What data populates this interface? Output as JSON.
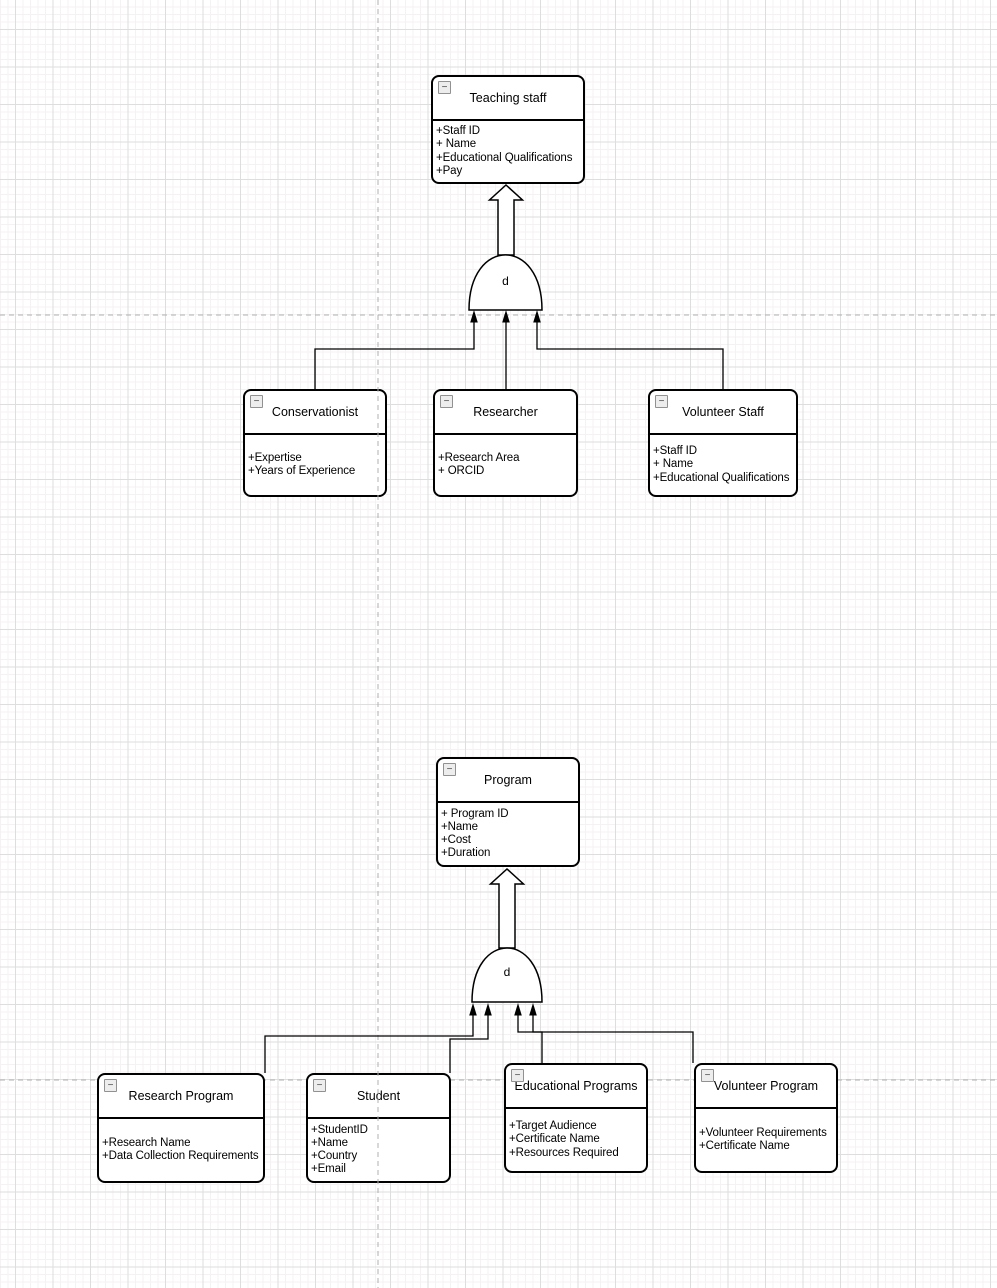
{
  "diagram": {
    "icons": {
      "collapse_glyph": "−"
    },
    "gate_top": {
      "label": "d"
    },
    "gate_bottom": {
      "label": "d"
    },
    "classes": {
      "teaching_staff": {
        "title": "Teaching staff",
        "attributes": [
          "+Staff ID",
          "+ Name",
          "+Educational Qualifications",
          "+Pay"
        ]
      },
      "conservationist": {
        "title": "Conservationist",
        "attributes": [
          "+Expertise",
          "+Years of Experience"
        ]
      },
      "researcher": {
        "title": "Researcher",
        "attributes": [
          "+Research Area",
          "+ ORCID"
        ]
      },
      "volunteer_staff": {
        "title": "Volunteer Staff",
        "attributes": [
          "+Staff ID",
          "+ Name",
          "+Educational Qualifications"
        ]
      },
      "program": {
        "title": "Program",
        "attributes": [
          "+ Program ID",
          "+Name",
          "+Cost",
          "+Duration"
        ]
      },
      "research_program": {
        "title": "Research Program",
        "attributes": [
          "+Research Name",
          "+Data Collection Requirements"
        ]
      },
      "student": {
        "title": "Student",
        "attributes": [
          "+StudentID",
          "+Name",
          "+Country",
          "+Email"
        ]
      },
      "educational_programs": {
        "title": "Educational Programs",
        "attributes": [
          "+Target Audience",
          "+Certificate Name",
          "+Resources Required"
        ]
      },
      "volunteer_program": {
        "title": "Volunteer Program",
        "attributes": [
          "+Volunteer Requirements",
          "+Certificate Name"
        ]
      }
    }
  }
}
